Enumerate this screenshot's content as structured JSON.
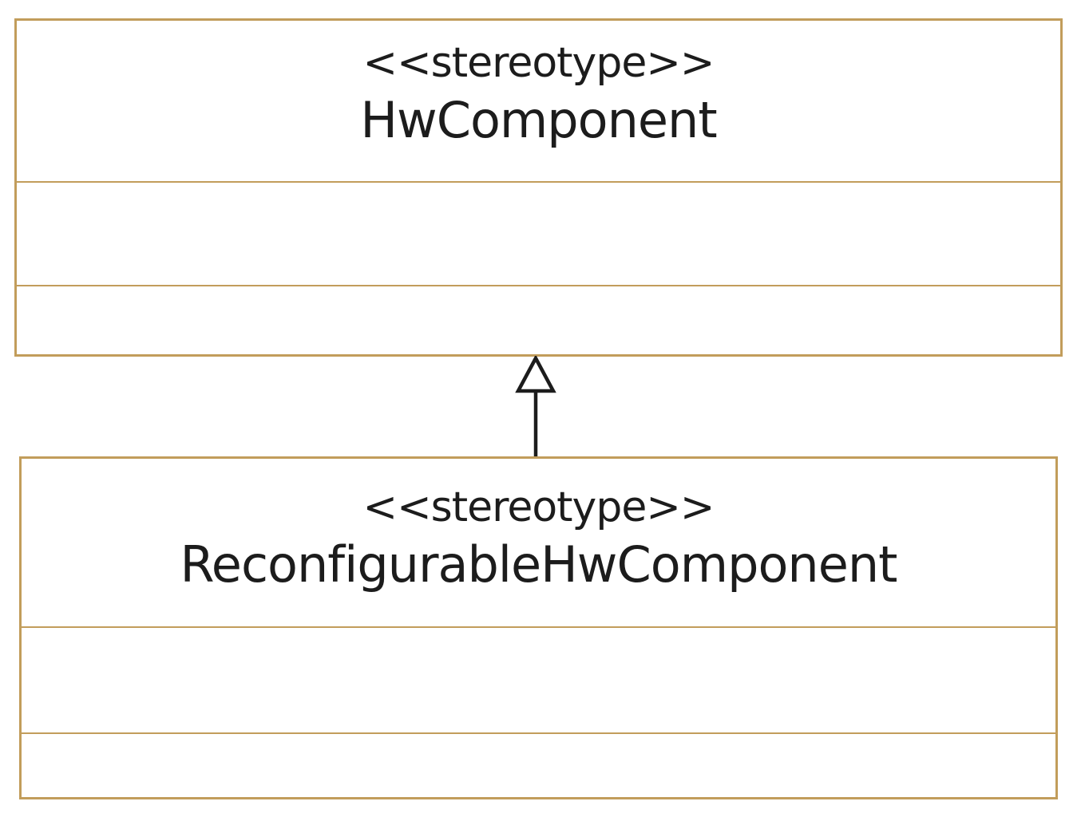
{
  "diagram": {
    "type": "uml-class-diagram",
    "classes": [
      {
        "id": "hwcomponent",
        "stereotype_label": "<<stereotype>>",
        "name": "HwComponent",
        "attributes": [],
        "operations": []
      },
      {
        "id": "reconfigurablehwcomponent",
        "stereotype_label": "<<stereotype>>",
        "name": "ReconfigurableHwComponent",
        "attributes": [],
        "operations": []
      }
    ],
    "relationships": [
      {
        "type": "generalization",
        "from": "ReconfigurableHwComponent",
        "to": "HwComponent",
        "arrow_style": "hollow-triangle-up"
      }
    ],
    "colors": {
      "box_border": "#c29d5b",
      "box_fill": "#ffffff",
      "text": "#1c1c1c",
      "arrow": "#1c1c1c",
      "background": "#ffffff"
    }
  }
}
